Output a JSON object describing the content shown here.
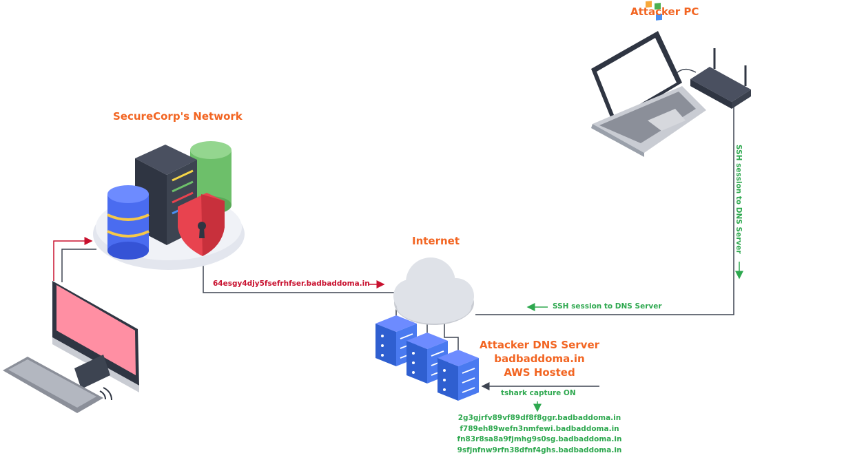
{
  "labels": {
    "attacker_pc": "Attacker PC",
    "securecorp": "SecureCorp's Network",
    "internet": "Internet",
    "dns_server": [
      "Attacker DNS Server",
      "badbaddoma.in",
      "AWS Hosted"
    ]
  },
  "annotations": {
    "exfil_query": "64esgy4djy5fsefrhfser.badbaddoma.in",
    "ssh_vertical": "SSH session to DNS Server",
    "ssh_horizontal": "SSH session to DNS Server",
    "tshark": "tshark capture ON"
  },
  "captured_queries": [
    "2g3gjrfv89vf89df8f8ggr.badbaddoma.in",
    "f789eh89wefn3nmfewi.badbaddoma.in",
    "fn83r8sa8a9fjmhg9s0sg.badbaddoma.in",
    "9sfjnfnw9rfn38dfnf4ghs.badbaddoma.in"
  ],
  "colors": {
    "accent": "#f26522",
    "exfil": "#c8102e",
    "ssh": "#2ea84f",
    "connector": "#3d4451"
  }
}
